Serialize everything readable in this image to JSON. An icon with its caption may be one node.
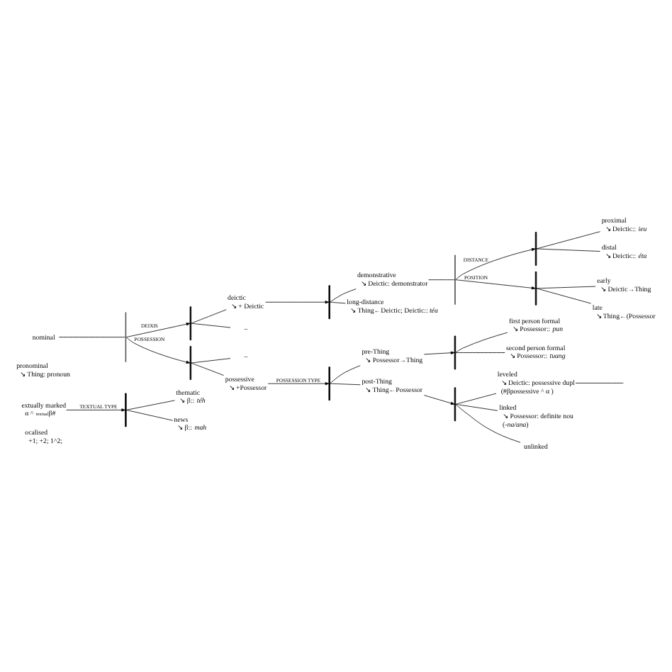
{
  "diagram": {
    "nodes": [
      {
        "text": [
          "ocalised",
          "+1; +2; 1^2;"
        ]
      },
      {
        "text": [
          "extually marked",
          "α ^ $^{textual}$β#"
        ]
      },
      {
        "text": [],
        "shape": "bar"
      },
      {
        "text": [
          "thematic",
          "↘ β:: *téh*"
        ]
      },
      {
        "text": [
          "news",
          "↘ β:: *mah*"
        ]
      },
      {
        "text": [
          "pronominal",
          "↘ Thing: pronoun"
        ]
      },
      {
        "text": [
          "nominal"
        ]
      },
      {
        "text": [],
        "shape": "brace"
      },
      {
        "text": [],
        "shape": "bar"
      },
      {
        "text": [
          "deictic",
          "↘ + Deictic"
        ]
      },
      {
        "text": [
          "–"
        ]
      },
      {
        "text": [],
        "shape": "bar"
      },
      {
        "text": [
          "demonstrative",
          "↘ Deictic: demonstrator"
        ]
      },
      {
        "text": [
          "long-distance",
          "↘ Thing←Deictic; Deictic:: *téa*"
        ]
      },
      {
        "text": [],
        "shape": "brace"
      },
      {
        "text": [],
        "shape": "bar"
      },
      {
        "text": [
          "proximal",
          "↘ Deictic:: *ieu*"
        ]
      },
      {
        "text": [
          "distal",
          "↘ Deictic:: *éta*"
        ]
      },
      {
        "text": [],
        "shape": "bar"
      },
      {
        "text": [
          "early",
          "↘ Deictic→Thing"
        ]
      },
      {
        "text": [
          "late",
          "↘ Thing←(Possessor"
        ]
      },
      {
        "text": [],
        "shape": "bar"
      },
      {
        "text": [
          "–"
        ]
      },
      {
        "text": [
          "possessive",
          "↘ +Possessor"
        ]
      },
      {
        "text": [],
        "shape": "bar"
      },
      {
        "text": [
          "pre-Thing",
          "↘ Possessor→Thing"
        ]
      },
      {
        "text": [
          "post-Thing",
          "↘ Thing←Possessor"
        ]
      },
      {
        "text": [],
        "shape": "bar"
      },
      {
        "text": [
          "first person formal",
          "↘ Possessor:: *pun*"
        ]
      },
      {
        "text": [
          "second person formal",
          "↘ Possessor:: *tuang*"
        ]
      },
      {
        "text": [],
        "shape": "bar"
      },
      {
        "text": [
          "leveled",
          "↘ Deictic: possessive dupl",
          "(#βpossessive ^ α )"
        ]
      },
      {
        "text": [
          "linked",
          "↘ Possessor: definite nou",
          "(*-na/ana*)"
        ]
      },
      {
        "text": [
          "unlinked"
        ]
      }
    ],
    "edges": [
      {
        "from": 1,
        "to": 2,
        "arrow": "to",
        "label": "TEXTUAL TYPE"
      },
      {
        "from": 2,
        "to": 3,
        "arrow": "none"
      },
      {
        "from": 2,
        "to": 4,
        "arrow": "none"
      },
      {
        "from": 6,
        "to": 7,
        "arrow": "none"
      },
      {
        "from": 7,
        "to": 8,
        "arrow": "to",
        "label": "DEIXIS"
      },
      {
        "from": 7,
        "to": 21,
        "arrow": "to",
        "label": "POSSESSION"
      },
      {
        "from": 8,
        "to": 9,
        "arrow": "none"
      },
      {
        "from": 8,
        "to": 10,
        "arrow": "none"
      },
      {
        "from": 9,
        "to": 11,
        "arrow": "to"
      },
      {
        "from": 11,
        "to": 12,
        "arrow": "none"
      },
      {
        "from": 11,
        "to": 13,
        "arrow": "none"
      },
      {
        "from": 12,
        "to": 14,
        "arrow": "none"
      },
      {
        "from": 14,
        "to": 15,
        "arrow": "to",
        "label": "DISTANCE"
      },
      {
        "from": 14,
        "to": 18,
        "arrow": "to",
        "label": "POSITION"
      },
      {
        "from": 15,
        "to": 16,
        "arrow": "none"
      },
      {
        "from": 15,
        "to": 17,
        "arrow": "none"
      },
      {
        "from": 18,
        "to": 19,
        "arrow": "none"
      },
      {
        "from": 18,
        "to": 20,
        "arrow": "none"
      },
      {
        "from": 21,
        "to": 22,
        "arrow": "none"
      },
      {
        "from": 21,
        "to": 23,
        "arrow": "none"
      },
      {
        "from": 23,
        "to": 24,
        "arrow": "to",
        "label": "POSSESSION TYPE"
      },
      {
        "from": 24,
        "to": 25,
        "arrow": "none"
      },
      {
        "from": 24,
        "to": 26,
        "arrow": "none"
      },
      {
        "from": 25,
        "to": 27,
        "arrow": "to"
      },
      {
        "from": 27,
        "to": 28,
        "arrow": "none"
      },
      {
        "from": 27,
        "to": 29,
        "arrow": "none"
      },
      {
        "from": 26,
        "to": 30,
        "arrow": "to"
      },
      {
        "from": 30,
        "to": 31,
        "arrow": "none"
      },
      {
        "from": 30,
        "to": 32,
        "arrow": "none"
      },
      {
        "from": 30,
        "to": 33,
        "arrow": "none"
      },
      {
        "from": 31,
        "to": null,
        "arrow": "none"
      }
    ]
  }
}
